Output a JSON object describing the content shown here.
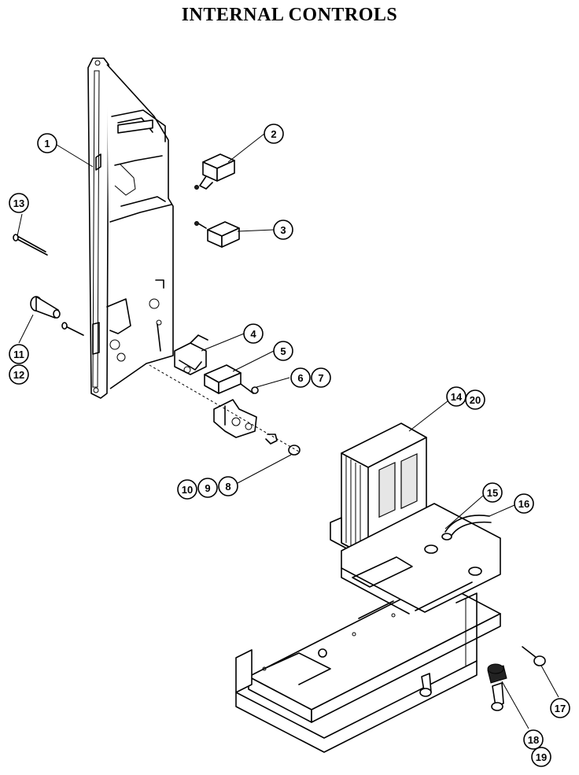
{
  "title": "INTERNAL CONTROLS",
  "callouts": {
    "c1": "1",
    "c2": "2",
    "c3": "3",
    "c4": "4",
    "c5": "5",
    "c6": "6",
    "c7": "7",
    "c8": "8",
    "c9": "9",
    "c10": "10",
    "c11": "11",
    "c12": "12",
    "c13": "13",
    "c14": "14",
    "c15": "15",
    "c16": "16",
    "c17": "17",
    "c18": "18",
    "c19": "19",
    "c20": "20"
  }
}
